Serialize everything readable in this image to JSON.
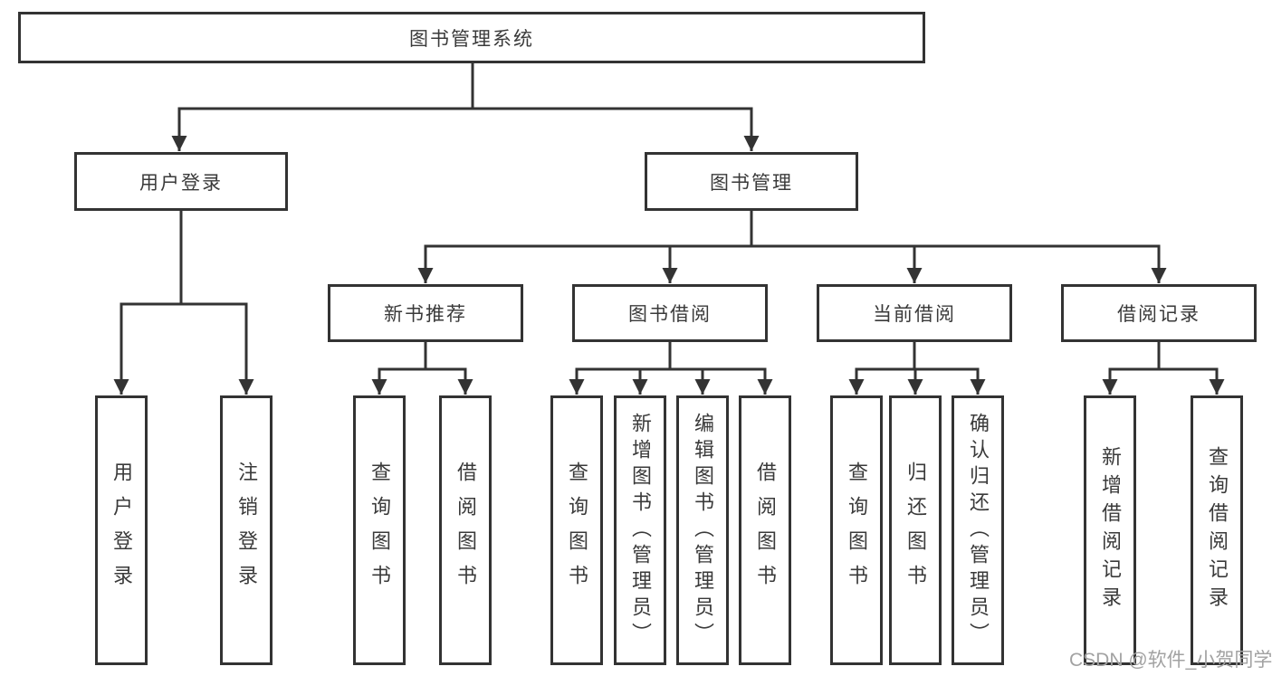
{
  "diagram_type": "hierarchy",
  "colors": {
    "background": "#ffffff",
    "line": "#333333",
    "box_border": "#333333",
    "text": "#3a3a3a",
    "watermark": "#a2a2a2"
  },
  "tree": {
    "label": "图书管理系统",
    "children": [
      {
        "label": "用户登录",
        "children": [
          {
            "label": "用户登录"
          },
          {
            "label": "注销登录"
          }
        ]
      },
      {
        "label": "图书管理",
        "children": [
          {
            "label": "新书推荐",
            "children": [
              {
                "label": "查询图书"
              },
              {
                "label": "借阅图书"
              }
            ]
          },
          {
            "label": "图书借阅",
            "children": [
              {
                "label": "查询图书"
              },
              {
                "label": "新增图书（管理员）"
              },
              {
                "label": "编辑图书（管理员）"
              },
              {
                "label": "借阅图书"
              }
            ]
          },
          {
            "label": "当前借阅",
            "children": [
              {
                "label": "查询图书"
              },
              {
                "label": "归还图书"
              },
              {
                "label": "确认归还（管理员）"
              }
            ]
          },
          {
            "label": "借阅记录",
            "children": [
              {
                "label": "新增借阅记录"
              },
              {
                "label": "查询借阅记录"
              }
            ]
          }
        ]
      }
    ]
  },
  "watermark": {
    "text": "CSDN @软件_小贺同学"
  }
}
